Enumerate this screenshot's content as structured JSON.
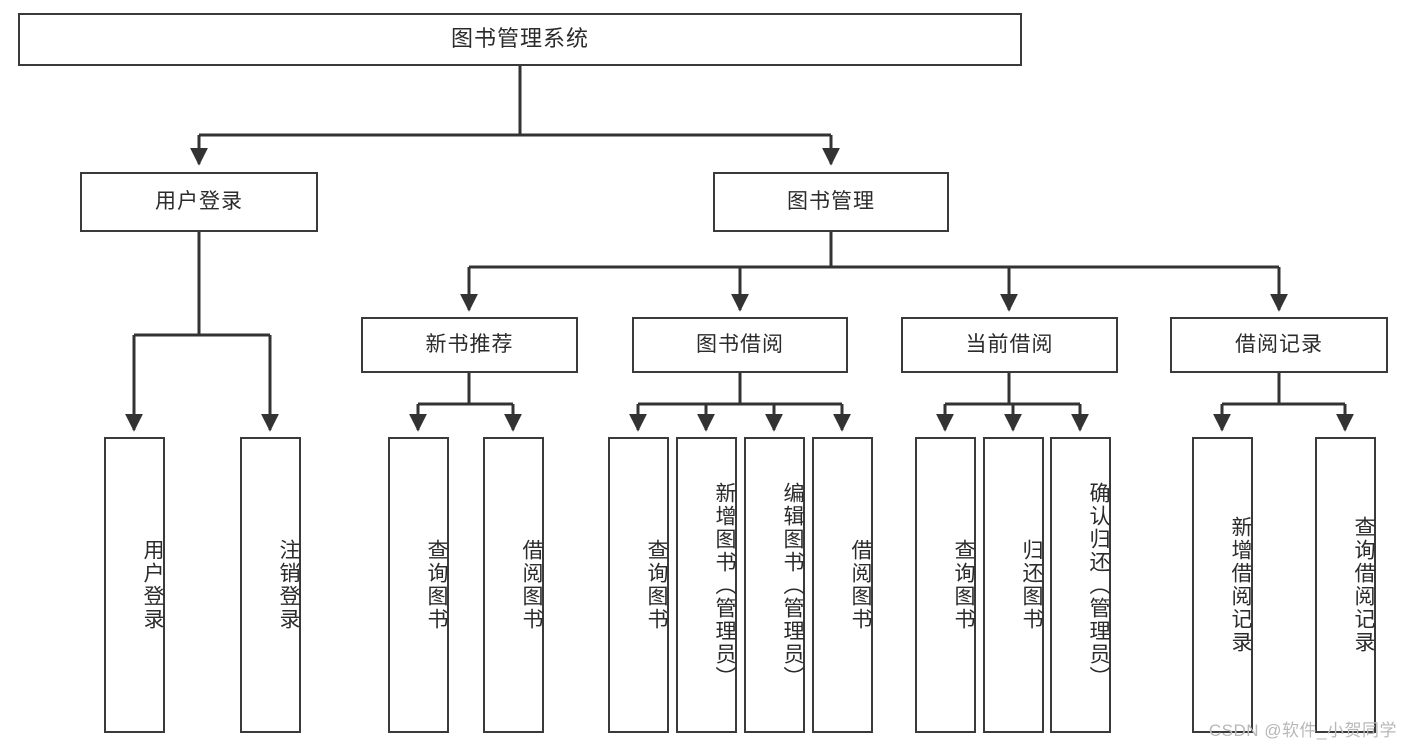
{
  "diagram": {
    "title": "图书管理系统",
    "type": "tree",
    "watermark": "CSDN @软件_小贺同学",
    "colors": {
      "border": "#3a3a3a",
      "text": "#2b2b2b",
      "background": "#ffffff",
      "edge": "#333333",
      "watermark": "#b8b8b8"
    },
    "root": {
      "label": "图书管理系统"
    },
    "level2": [
      {
        "id": "user-login",
        "label": "用户登录"
      },
      {
        "id": "book-manage",
        "label": "图书管理"
      }
    ],
    "level3": [
      {
        "id": "new-book-recommend",
        "label": "新书推荐"
      },
      {
        "id": "book-borrow",
        "label": "图书借阅"
      },
      {
        "id": "current-borrow",
        "label": "当前借阅"
      },
      {
        "id": "borrow-record",
        "label": "借阅记录"
      }
    ],
    "leaves": {
      "user_login": [
        {
          "id": "leaf-user-login",
          "label": "用户登录"
        },
        {
          "id": "leaf-logout-login",
          "label": "注销登录"
        }
      ],
      "new_book_recommend": [
        {
          "id": "leaf-query-book-1",
          "label": "查询图书"
        },
        {
          "id": "leaf-borrow-book-1",
          "label": "借阅图书"
        }
      ],
      "book_borrow": [
        {
          "id": "leaf-query-book-2",
          "label": "查询图书"
        },
        {
          "id": "leaf-add-book",
          "label": "新增图书（管理员）"
        },
        {
          "id": "leaf-edit-book",
          "label": "编辑图书（管理员）"
        },
        {
          "id": "leaf-borrow-book-2",
          "label": "借阅图书"
        }
      ],
      "current_borrow": [
        {
          "id": "leaf-query-book-3",
          "label": "查询图书"
        },
        {
          "id": "leaf-return-book",
          "label": "归还图书"
        },
        {
          "id": "leaf-confirm-return",
          "label": "确认归还（管理员）"
        }
      ],
      "borrow_record": [
        {
          "id": "leaf-add-borrow-record",
          "label": "新增借阅记录"
        },
        {
          "id": "leaf-query-borrow-record",
          "label": "查询借阅记录"
        }
      ]
    }
  }
}
